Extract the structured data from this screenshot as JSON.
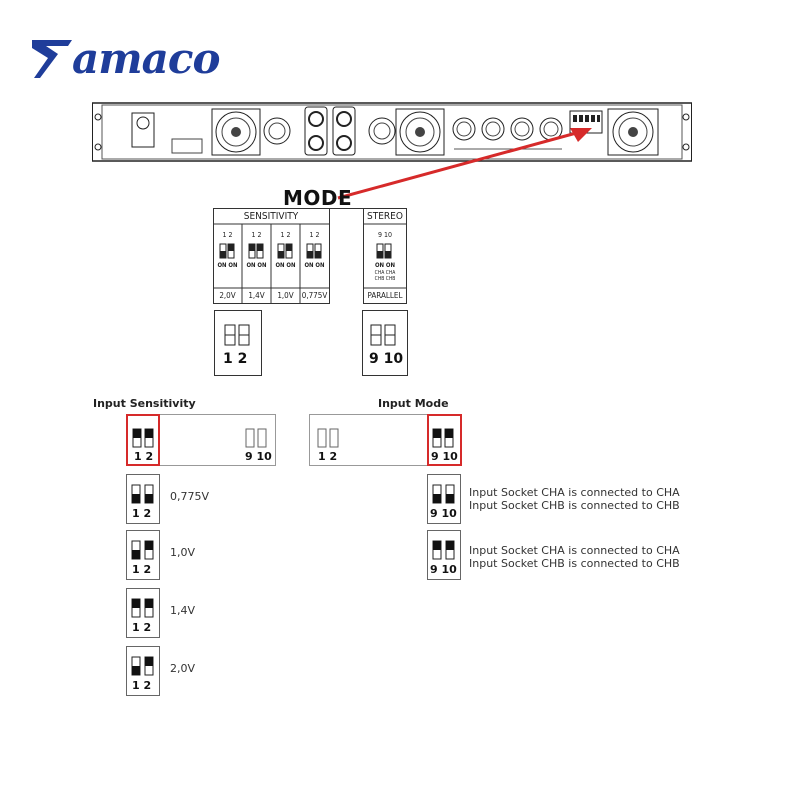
{
  "brand": {
    "name": "amaco",
    "color": "#1f3d9a"
  },
  "mode": {
    "title": "MODE",
    "sensitivity_header": "SENSITIVITY",
    "stereo_header": "STEREO",
    "switch_numbers": "1  2",
    "stereo_numbers": "9  10",
    "on_label": "ON ON",
    "cha_cha": "CHA CHA",
    "chb_chb": "CHB CHB",
    "levels": [
      "2,0V",
      "1,4V",
      "1,0V",
      "0,775V"
    ],
    "parallel": "PARALLEL",
    "big_switch_left": "1 2",
    "big_switch_right": "9 10"
  },
  "input_sensitivity": {
    "title": "Input Sensitivity",
    "overview_labels": [
      "1 2",
      "9 10"
    ],
    "rows": [
      {
        "label": "1 2",
        "value": "0,775V"
      },
      {
        "label": "1 2",
        "value": "1,0V"
      },
      {
        "label": "1 2",
        "value": "1,4V"
      },
      {
        "label": "1 2",
        "value": "2,0V"
      }
    ]
  },
  "input_mode": {
    "title": "Input Mode",
    "overview_labels": [
      "1 2",
      "9 10"
    ],
    "rows": [
      {
        "label": "9 10",
        "line1": "Input Socket CHA is connected to CHA",
        "line2": "Input Socket CHB is connected to CHB"
      },
      {
        "label": "9 10",
        "line1": "Input Socket CHA is connected to CHA",
        "line2": "Input Socket CHB is connected to CHB"
      }
    ]
  },
  "colors": {
    "highlight": "#d62a2a",
    "arrow": "#d62a2a",
    "switch": "#111111"
  }
}
